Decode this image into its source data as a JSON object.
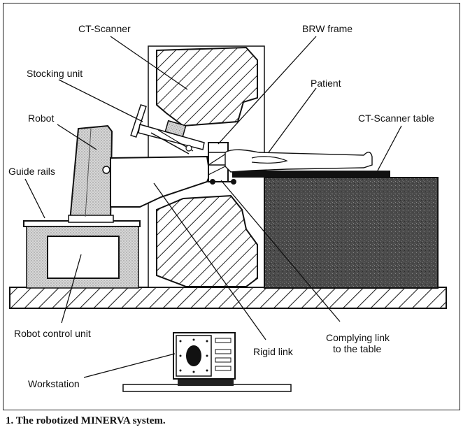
{
  "labels": {
    "ct_scanner": "CT-Scanner",
    "brw_frame": "BRW frame",
    "stocking_unit": "Stocking unit",
    "patient": "Patient",
    "robot": "Robot",
    "ct_scanner_table": "CT-Scanner table",
    "guide_rails": "Guide rails",
    "robot_control_unit": "Robot control unit",
    "rigid_link": "Rigid link",
    "complying_link_line1": "Complying link",
    "complying_link_line2": "to the table",
    "workstation": "Workstation"
  },
  "caption": "1. The robotized MINERVA system."
}
